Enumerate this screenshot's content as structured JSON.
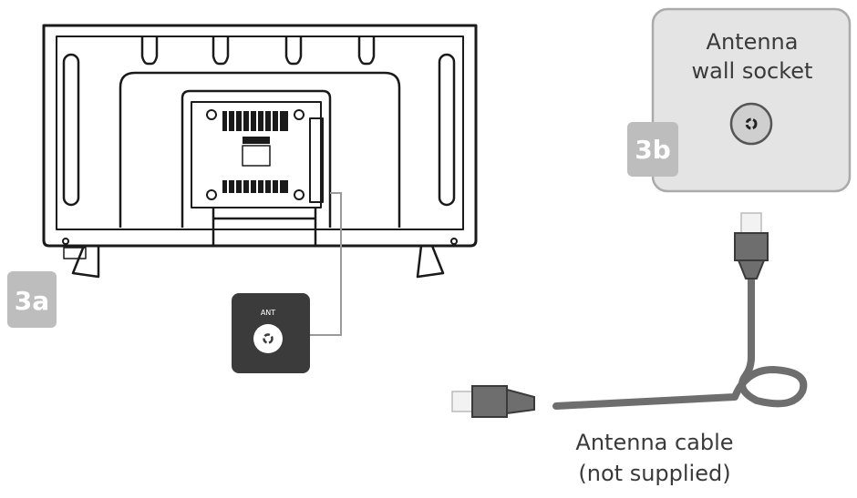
{
  "step_badges": {
    "step_3a": "3a",
    "step_3b": "3b"
  },
  "tv_port": {
    "label": "ANT"
  },
  "wall_socket": {
    "title_line1": "Antenna",
    "title_line2": "wall socket"
  },
  "cable": {
    "caption_line1": "Antenna cable",
    "caption_line2": "(not supplied)"
  },
  "colors": {
    "outline": "#1a1a1a",
    "badge": "#bdbdbd",
    "panel_dark": "#3b3b3b",
    "socket_panel": "#e4e4e4",
    "socket_border": "#aaaaaa",
    "cable": "#6e6e6e",
    "plug_tip": "#f2f2f2",
    "callout_line": "#9a9a9a"
  }
}
